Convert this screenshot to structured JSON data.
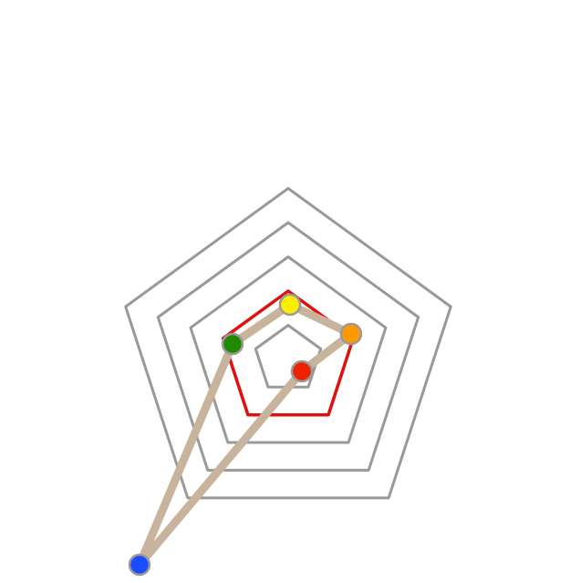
{
  "colors": {
    "background": "#ffffff",
    "grid": "#999999",
    "target_outline": "#e01010",
    "path": "#c8b49c",
    "node_stroke": "#9a9a9a"
  },
  "puzzle": {
    "rings": 5,
    "target_ring": 2,
    "path_order": [
      "blue",
      "green",
      "yellow",
      "orange",
      "red",
      "blue"
    ],
    "nodes": [
      {
        "id": "yellow",
        "color": "#ffee00"
      },
      {
        "id": "orange",
        "color": "#ff9900"
      },
      {
        "id": "red",
        "color": "#ee2200"
      },
      {
        "id": "green",
        "color": "#228800"
      },
      {
        "id": "blue",
        "color": "#1a4dff"
      }
    ]
  }
}
